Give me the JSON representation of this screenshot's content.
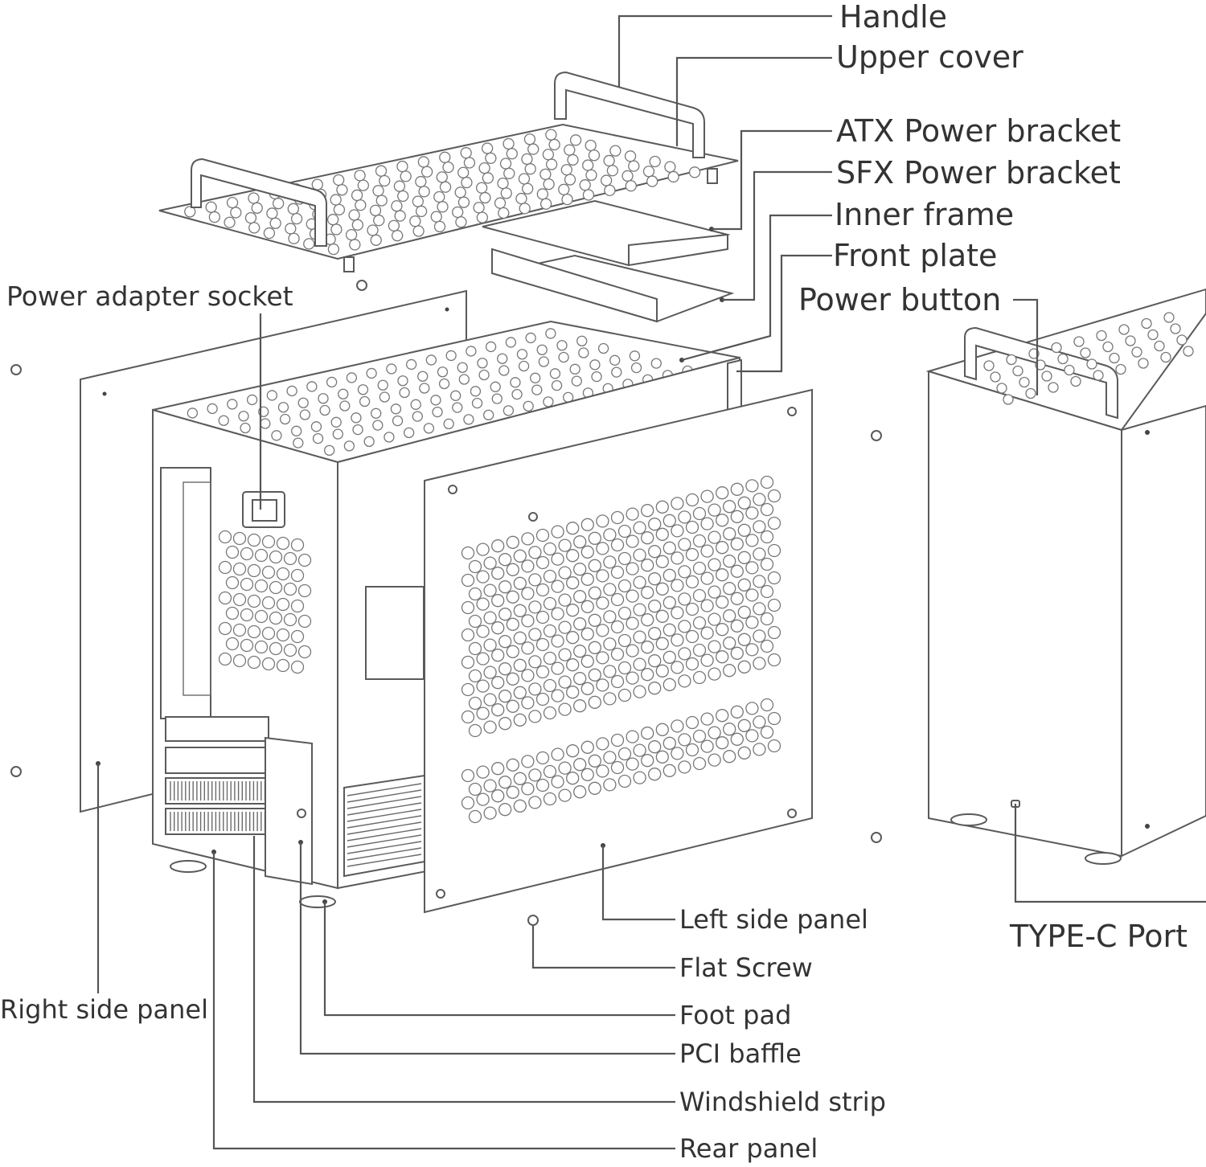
{
  "labels": {
    "handle": "Handle",
    "upper_cover": "Upper cover",
    "atx_power_bracket": "ATX Power bracket",
    "sfx_power_bracket": "SFX Power bracket",
    "inner_frame": "Inner frame",
    "front_plate": "Front plate",
    "power_button": "Power button",
    "power_adapter_socket": "Power adapter socket",
    "left_side_panel": "Left side panel",
    "flat_screw": "Flat Screw",
    "foot_pad": "Foot pad",
    "pci_baffle": "PCI baffle",
    "windshield_strip": "Windshield strip",
    "rear_panel": "Rear panel",
    "right_side_panel": "Right side panel",
    "type_c_port": "TYPE-C Port"
  },
  "colors": {
    "line": "#555555",
    "text": "#333333",
    "background": "#ffffff"
  }
}
